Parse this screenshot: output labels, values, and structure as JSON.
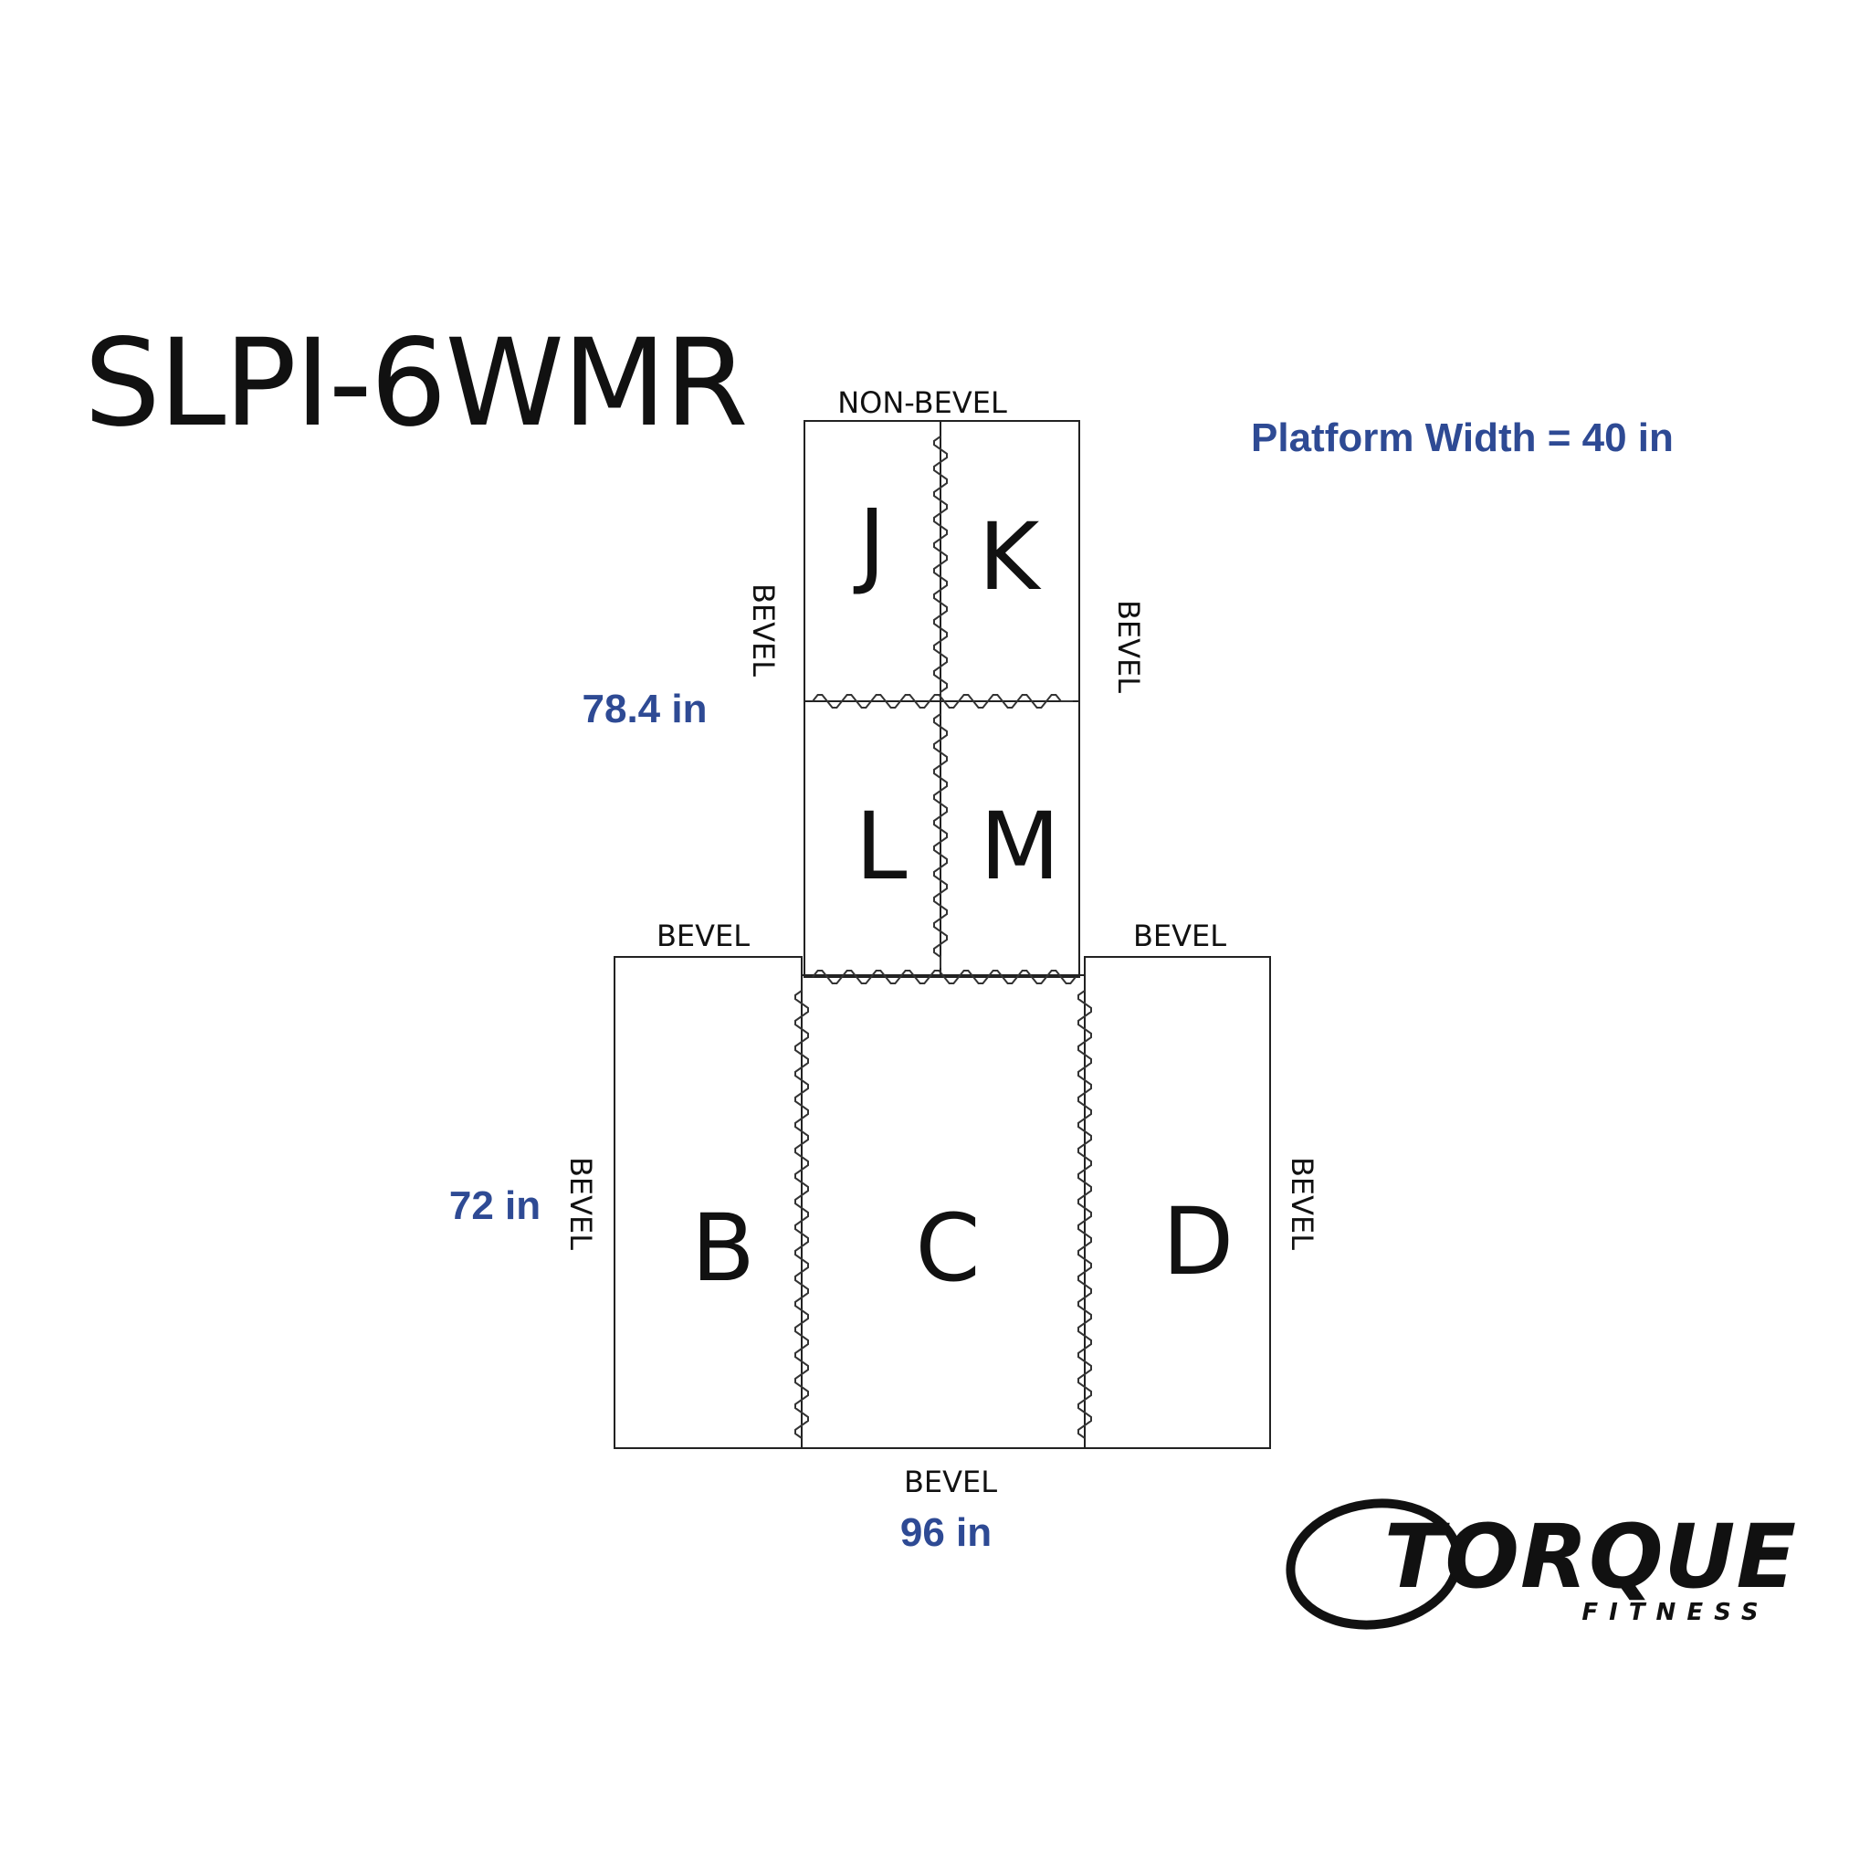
{
  "model": "SLPI-6WMR",
  "platform_width": "Platform Width = 40 in",
  "dims": {
    "upper_height": "78.4 in",
    "lower_height": "72 in",
    "total_width": "96 in"
  },
  "edges": {
    "top": "NON-BEVEL",
    "upper_left": "BEVEL",
    "upper_right": "BEVEL",
    "shoulder_left": "BEVEL",
    "shoulder_right": "BEVEL",
    "lower_left": "BEVEL",
    "lower_right": "BEVEL",
    "bottom": "BEVEL"
  },
  "tiles": {
    "j": "J",
    "k": "K",
    "l": "L",
    "m": "M",
    "b": "B",
    "c": "C",
    "d": "D"
  },
  "logo": {
    "brand": "TORQUE",
    "sub": "FITNESS"
  }
}
